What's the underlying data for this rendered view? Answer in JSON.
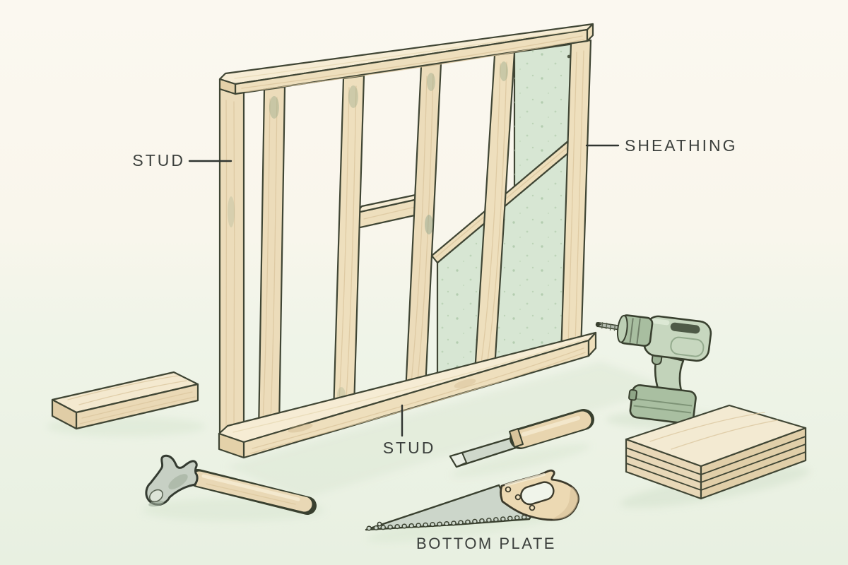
{
  "figure": {
    "kind": "illustrated construction diagram",
    "subject": "wood-framed wall with partial sheathing, diagonal brace and carpentry tools"
  },
  "labels": {
    "stud_left": "STUD",
    "sheathing": "SHEATHING",
    "stud_bottom": "STUD",
    "bottom_plate": "BOTTOM PLATE"
  },
  "annotations": [
    {
      "label": "STUD",
      "leader": "horizontal line to left end stud"
    },
    {
      "label": "SHEATHING",
      "leader": "horizontal line to sheathing panel at right"
    },
    {
      "label": "STUD",
      "leader": "vertical line up to bottom plate"
    },
    {
      "label": "BOTTOM PLATE",
      "leader": "none"
    }
  ],
  "illustration": {
    "objects": [
      "framed-wall",
      "top-plate",
      "bottom-plate",
      "studs",
      "blocking",
      "diagonal-brace",
      "sheathing-panels",
      "lumber-board",
      "hammer",
      "hand-saw",
      "chisel",
      "cordless-drill",
      "plywood-stack"
    ]
  },
  "palette": {
    "background_top": "#fbf8f0",
    "ground": "#e8f0e1",
    "wood_front": "#eedfbd",
    "wood_top": "#f6ecd4",
    "wood_end": "#e4d1a9",
    "sheathing_green": "#d7e6d3",
    "metal_green": "#c7d0c4",
    "tool_sage": "#c7d7bf",
    "outline": "#3f4534",
    "label_text": "#3b3f3c"
  }
}
